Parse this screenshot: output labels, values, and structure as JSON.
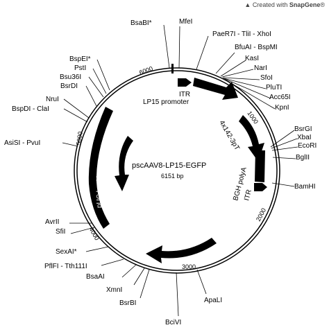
{
  "watermark": {
    "prefix": "Created with ",
    "brand": "SnapGene",
    "suffix": "®"
  },
  "plasmid": {
    "name": "pscAAV8-LP15-EGFP",
    "size_label": "6151 bp"
  },
  "ticks": [
    "1000",
    "2000",
    "3000",
    "4000",
    "5000",
    "6000"
  ],
  "features": {
    "itr_top": "ITR",
    "lp15_promoter": "LP15 promoter",
    "threeprime_ut": "4x142-3pT",
    "bgh_polya": "BGH polyA",
    "itr_bottom": "ITR",
    "ori_backbone": "pUC backbone"
  },
  "sites": {
    "bsabi": "BsaBI*",
    "mfei": "MfeI",
    "paer7i": "PaeR7I - TliI - XhoI",
    "bfuai": "BfuAI - BspMI",
    "kasi": "KasI",
    "nari": "NarI",
    "sfoi": "SfoI",
    "pluti": "PluTI",
    "acc65i": "Acc65I",
    "kpni": "KpnI",
    "bsrgi": "BsrGI",
    "xbai": "XbaI",
    "ecori": "EcoRI",
    "bglii": "BglII",
    "bamhi": "BamHI",
    "apali": "ApaLI",
    "bcivi": "BciVI",
    "bsrbi": "BsrBI",
    "xmni": "XmnI",
    "bsaai": "BsaAI",
    "pflfi": "PflFI - Tth111I",
    "sexai": "SexAI*",
    "sfii": "SfiI",
    "avrii": "AvrII",
    "asisi": "AsiSI - PvuI",
    "bspdi": "BspDI - ClaI",
    "nrui": "NruI",
    "bsrdi": "BsrDI",
    "bsu36i": "Bsu36I",
    "psti": "PstI",
    "bspei": "BspEI*"
  },
  "colors": {
    "feature_fill": "#000000",
    "backbone_ring": "#000000",
    "label_text": "#000000"
  }
}
